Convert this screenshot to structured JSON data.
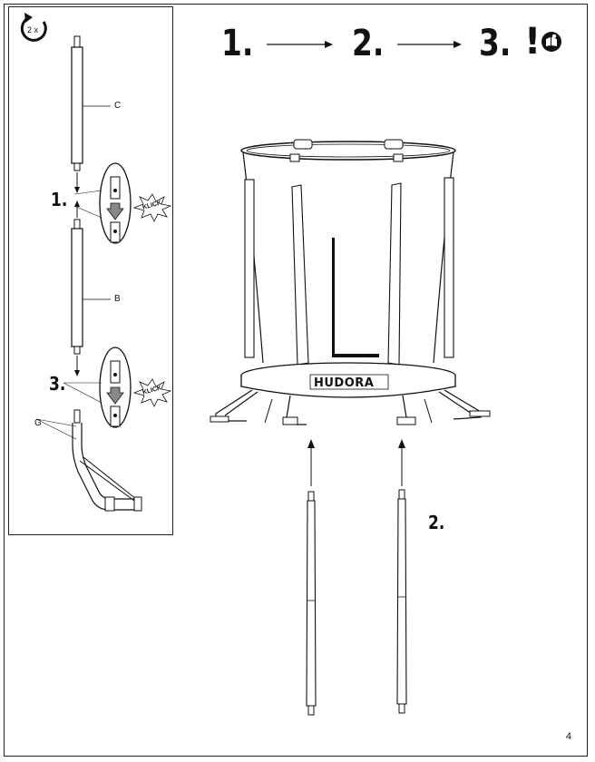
{
  "header": {
    "step1": "1.",
    "step2": "2.",
    "step3": "3.",
    "warning": "!"
  },
  "sidepanel": {
    "repeat_badge": "2 x",
    "part_c": "C",
    "part_b": "B",
    "part_g": "G",
    "step1": "1.",
    "step3": "3.",
    "click_label_1": "KLICK",
    "click_label_2": "KLICK"
  },
  "main": {
    "brand": "HUDORA",
    "step2": "2."
  },
  "page_number": "4"
}
